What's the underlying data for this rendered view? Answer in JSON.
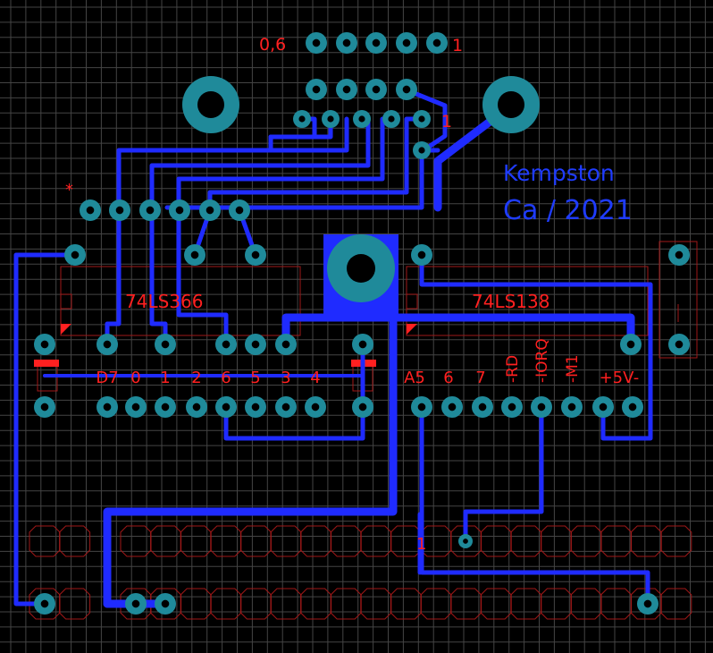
{
  "colors": {
    "background": "#000000",
    "grid": "#555555",
    "copper": "#1f2bff",
    "pad": "#1f8a9a",
    "silkscreen": "#ff2020",
    "outline": "#a01818"
  },
  "labels": {
    "connector_top_left": "0,6",
    "connector_top_right": "1",
    "connector_row2_right": "1",
    "star_marker": "*",
    "chip_left": "74LS366",
    "chip_right": "74LS138",
    "kempston_line1": "Kempston",
    "kempston_line2": "Ca / 2021",
    "header_left": [
      "D7",
      "0",
      "1",
      "2",
      "6",
      "5",
      "3",
      "4"
    ],
    "header_right": [
      "A5",
      "6",
      "7",
      "-RD",
      "-IORQ",
      "-M1",
      "+5V",
      "-"
    ],
    "edge_pin_one": "1"
  }
}
